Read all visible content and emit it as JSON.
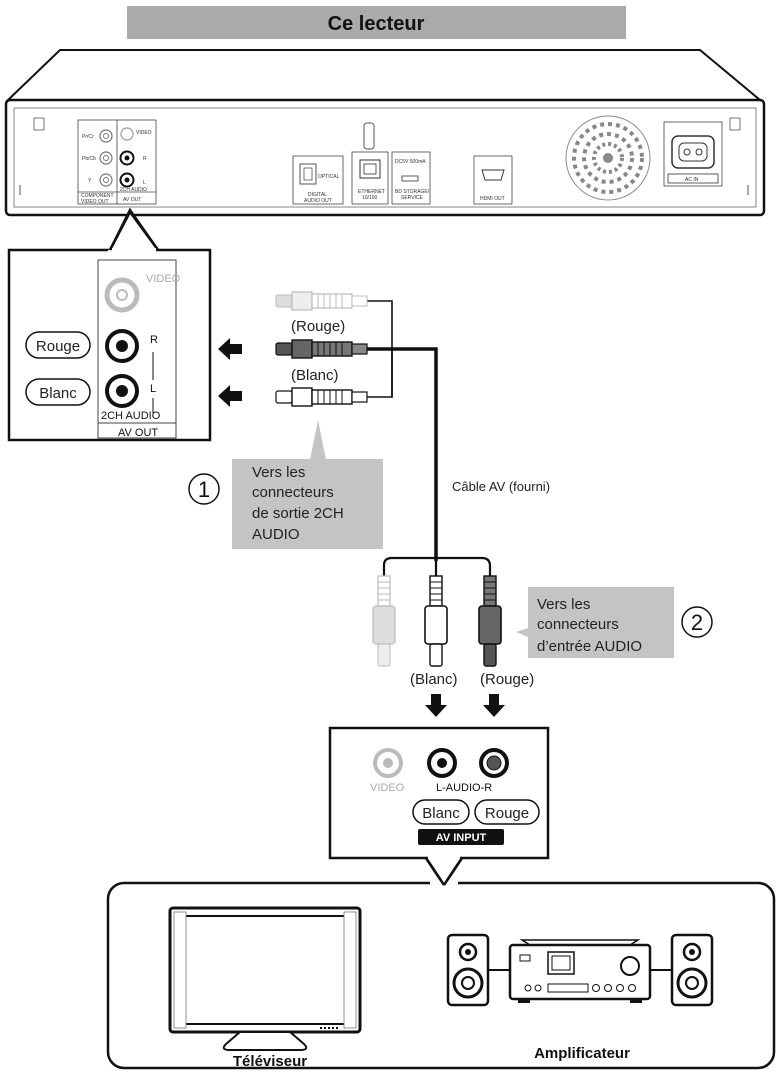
{
  "player": {
    "title": "Ce lecteur",
    "panel_labels": {
      "pr": "Pr/Cr",
      "pb": "Pb/Cb",
      "y": "Y",
      "video": "VIDEO",
      "r": "R",
      "l": "L",
      "two_ch": "2CH AUDIO",
      "component": "COMPONENT",
      "video_out": "VIDEO OUT",
      "av_out": "AV OUT",
      "optical": "OPTICAL",
      "digital": "DIGITAL",
      "audio_out": "AUDIO OUT",
      "ethernet": "ETHERNET",
      "ethernet_speed": "10/100",
      "dc": "DC5V 500mA",
      "bd_storage": "BD STORAGE/",
      "service": "SERVICE",
      "hdmi_out": "HDMI OUT",
      "ac_in": "AC IN"
    }
  },
  "zoom_out": {
    "video": "VIDEO",
    "r": "R",
    "l": "L",
    "two_ch_audio": "2CH AUDIO",
    "av_out": "AV OUT",
    "rouge": "Rouge",
    "blanc": "Blanc"
  },
  "cable": {
    "plug_rouge": "(Rouge)",
    "plug_blanc": "(Blanc)",
    "label": "Câble AV (fourni)",
    "end_blanc": "(Blanc)",
    "end_rouge": "(Rouge)"
  },
  "step1": {
    "number": "1",
    "lines": [
      "Vers les",
      "connecteurs",
      "de sortie 2CH",
      "AUDIO"
    ]
  },
  "step2": {
    "number": "2",
    "lines": [
      "Vers les",
      "connecteurs",
      "d’entrée AUDIO"
    ]
  },
  "input_panel": {
    "video": "VIDEO",
    "l_audio_r": "L-AUDIO-R",
    "blanc": "Blanc",
    "rouge": "Rouge",
    "av_input": "AV INPUT"
  },
  "devices": {
    "tv": "Téléviseur",
    "amp": "Amplificateur"
  },
  "colors": {
    "title_bar": "#aaaaaa",
    "callout": "#c4c4c4",
    "line": "#111111"
  }
}
